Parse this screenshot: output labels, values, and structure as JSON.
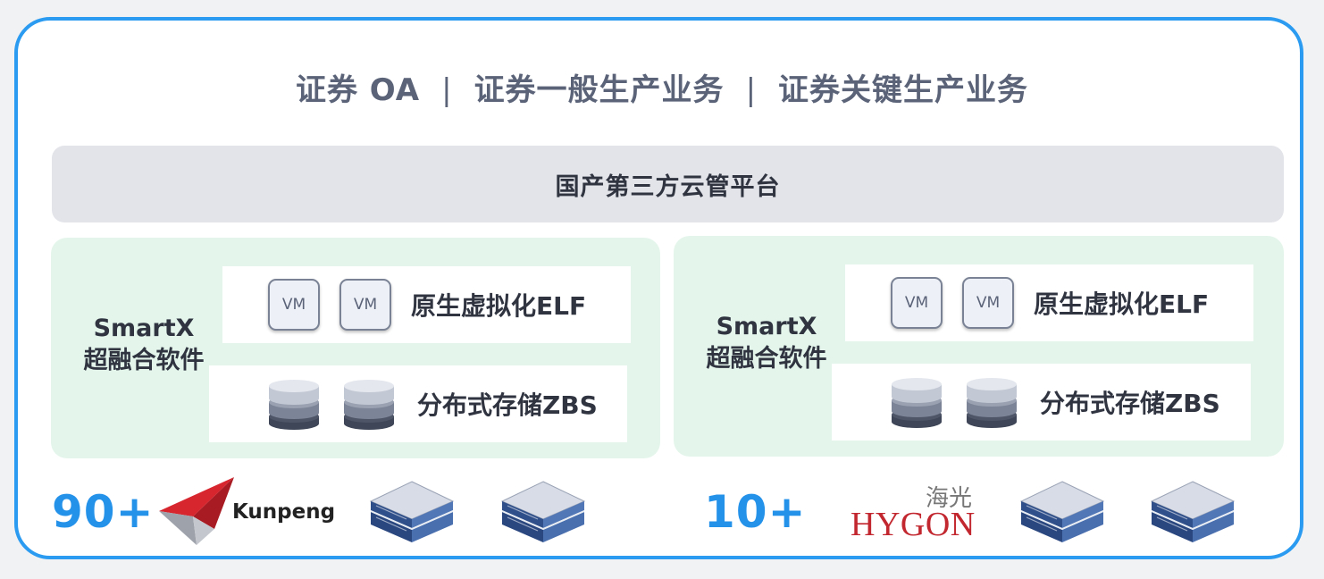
{
  "header": {
    "items": [
      "证券 OA",
      "证券一般生产业务",
      "证券关键生产业务"
    ],
    "separator": "|"
  },
  "cloud_platform": {
    "label": "国产第三方云管平台"
  },
  "clusters": [
    {
      "software_line1": "SmartX",
      "software_line2": "超融合软件",
      "vm_labels": [
        "VM",
        "VM"
      ],
      "compute_label": "原生虚拟化ELF",
      "storage_label": "分布式存储ZBS",
      "node_count": "90+",
      "vendor": "Kunpeng"
    },
    {
      "software_line1": "SmartX",
      "software_line2": "超融合软件",
      "vm_labels": [
        "VM",
        "VM"
      ],
      "compute_label": "原生虚拟化ELF",
      "storage_label": "分布式存储ZBS",
      "node_count": "10+",
      "vendor_cn": "海光",
      "vendor": "HYGON"
    }
  ],
  "colors": {
    "frame": "#2a9bf0",
    "count": "#2592ea",
    "cluster_bg": "#e4f6ec",
    "platform_bg": "#e3e4ea",
    "hygon_red": "#c2262e",
    "kunpeng_red": "#d8262f"
  }
}
